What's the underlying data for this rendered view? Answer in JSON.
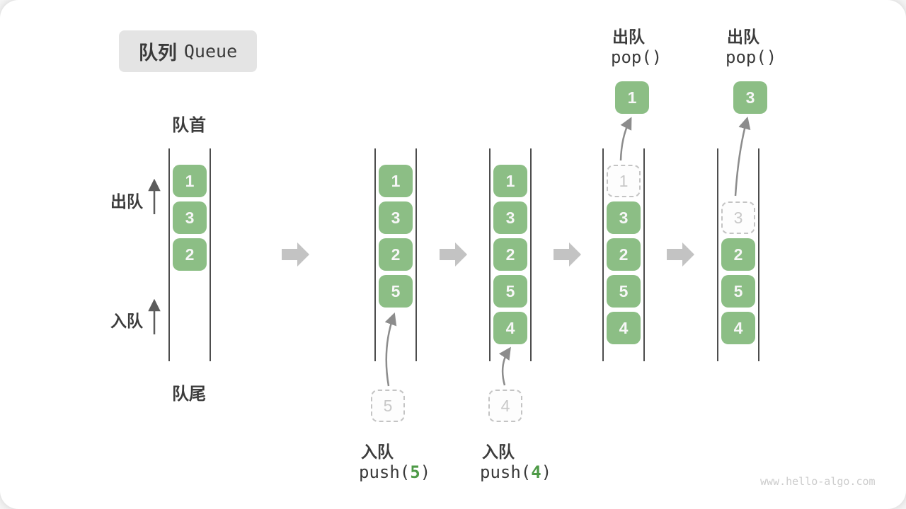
{
  "title": {
    "zh": "队列",
    "en": "Queue"
  },
  "labels": {
    "front": "队首",
    "rear": "队尾",
    "dequeue": "出队",
    "enqueue": "入队"
  },
  "operations": {
    "push5": {
      "label": "入队",
      "code_open": "push(",
      "arg": "5",
      "code_close": ")"
    },
    "push4": {
      "label": "入队",
      "code_open": "push(",
      "arg": "4",
      "code_close": ")"
    },
    "pop1": {
      "label": "出队",
      "code": "pop()"
    },
    "pop2": {
      "label": "出队",
      "code": "pop()"
    }
  },
  "states": [
    {
      "slots": [
        "1",
        "3",
        "2"
      ]
    },
    {
      "slots": [
        "1",
        "3",
        "2",
        "5"
      ],
      "incoming": "5"
    },
    {
      "slots": [
        "1",
        "3",
        "2",
        "5",
        "4"
      ],
      "incoming": "4"
    },
    {
      "ghost": "1",
      "slots": [
        "3",
        "2",
        "5",
        "4"
      ],
      "popped": "1"
    },
    {
      "ghost": "3",
      "slots": [
        "2",
        "5",
        "4"
      ],
      "popped": "3"
    }
  ],
  "watermark": "www.hello-algo.com",
  "colors": {
    "box_green": "#8cbe85",
    "accent_green": "#4e9a47",
    "title_bg": "#e4e4e4",
    "text_dark": "#3c3c3c",
    "block_arrow": "#c3c3c3",
    "dashed_gray": "#c4c4c4",
    "thin_arrow_gray": "#8c8c8c",
    "container_line": "#4d4d4d",
    "watermark_gray": "#cccccc"
  }
}
